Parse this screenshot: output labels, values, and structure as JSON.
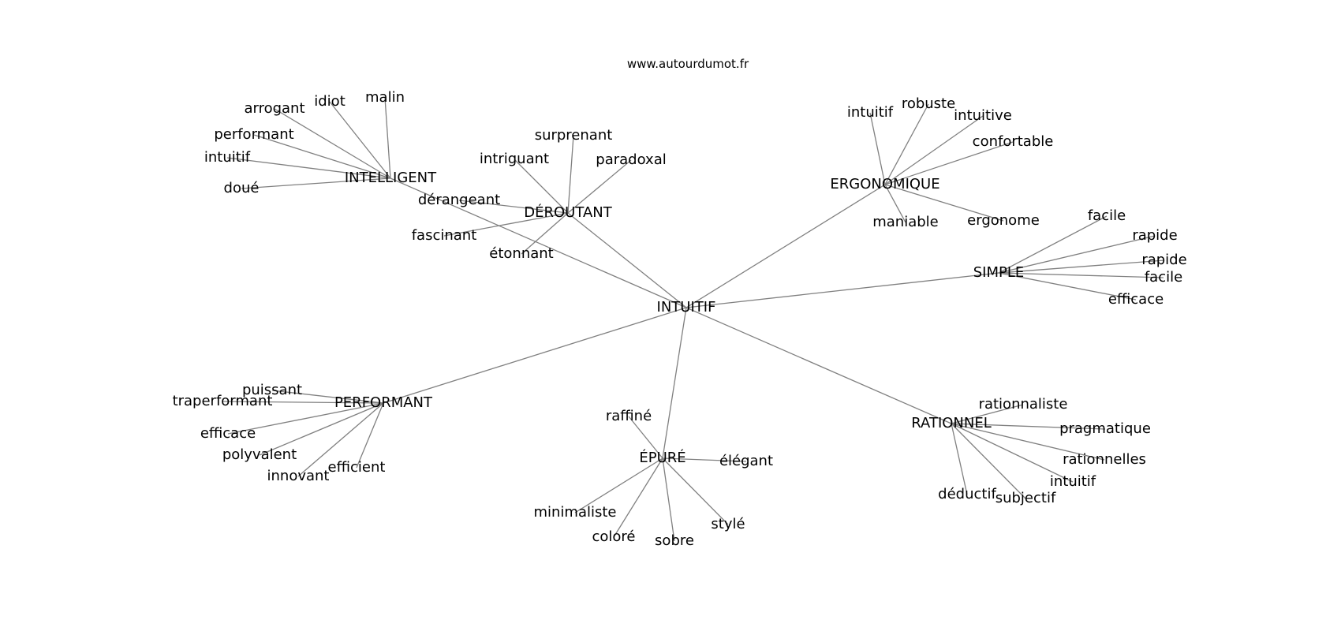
{
  "site_label": "www.autourdumot.fr",
  "colors": {
    "edge": "#808080",
    "text": "#000000",
    "background": "#ffffff"
  },
  "graph": {
    "center": "INTUITIF",
    "clusters": [
      {
        "id": "intelligent",
        "label": "INTELLIGENT",
        "leaves": [
          "malin",
          "idiot",
          "arrogant",
          "performant",
          "intuitif",
          "doué"
        ]
      },
      {
        "id": "deroutant",
        "label": "DÉROUTANT",
        "leaves": [
          "surprenant",
          "intriguant",
          "paradoxal",
          "dérangeant",
          "fascinant",
          "étonnant"
        ]
      },
      {
        "id": "ergonomique",
        "label": "ERGONOMIQUE",
        "leaves": [
          "intuitif",
          "robuste",
          "intuitive",
          "confortable",
          "maniable",
          "ergonome"
        ]
      },
      {
        "id": "simple",
        "label": "SIMPLE",
        "leaves": [
          "facile",
          "rapide",
          "rapide",
          "facile",
          "efficace"
        ]
      },
      {
        "id": "performant",
        "label": "PERFORMANT",
        "leaves": [
          "puissant",
          "traperformant",
          "efficace",
          "polyvalent",
          "innovant",
          "efficient"
        ]
      },
      {
        "id": "epure",
        "label": "ÉPURÉ",
        "leaves": [
          "raffiné",
          "élégant",
          "minimaliste",
          "coloré",
          "sobre",
          "stylé"
        ]
      },
      {
        "id": "rationnel",
        "label": "RATIONNEL",
        "leaves": [
          "rationnaliste",
          "pragmatique",
          "rationnelles",
          "intuitif",
          "déductif",
          "subjectif"
        ]
      }
    ]
  }
}
